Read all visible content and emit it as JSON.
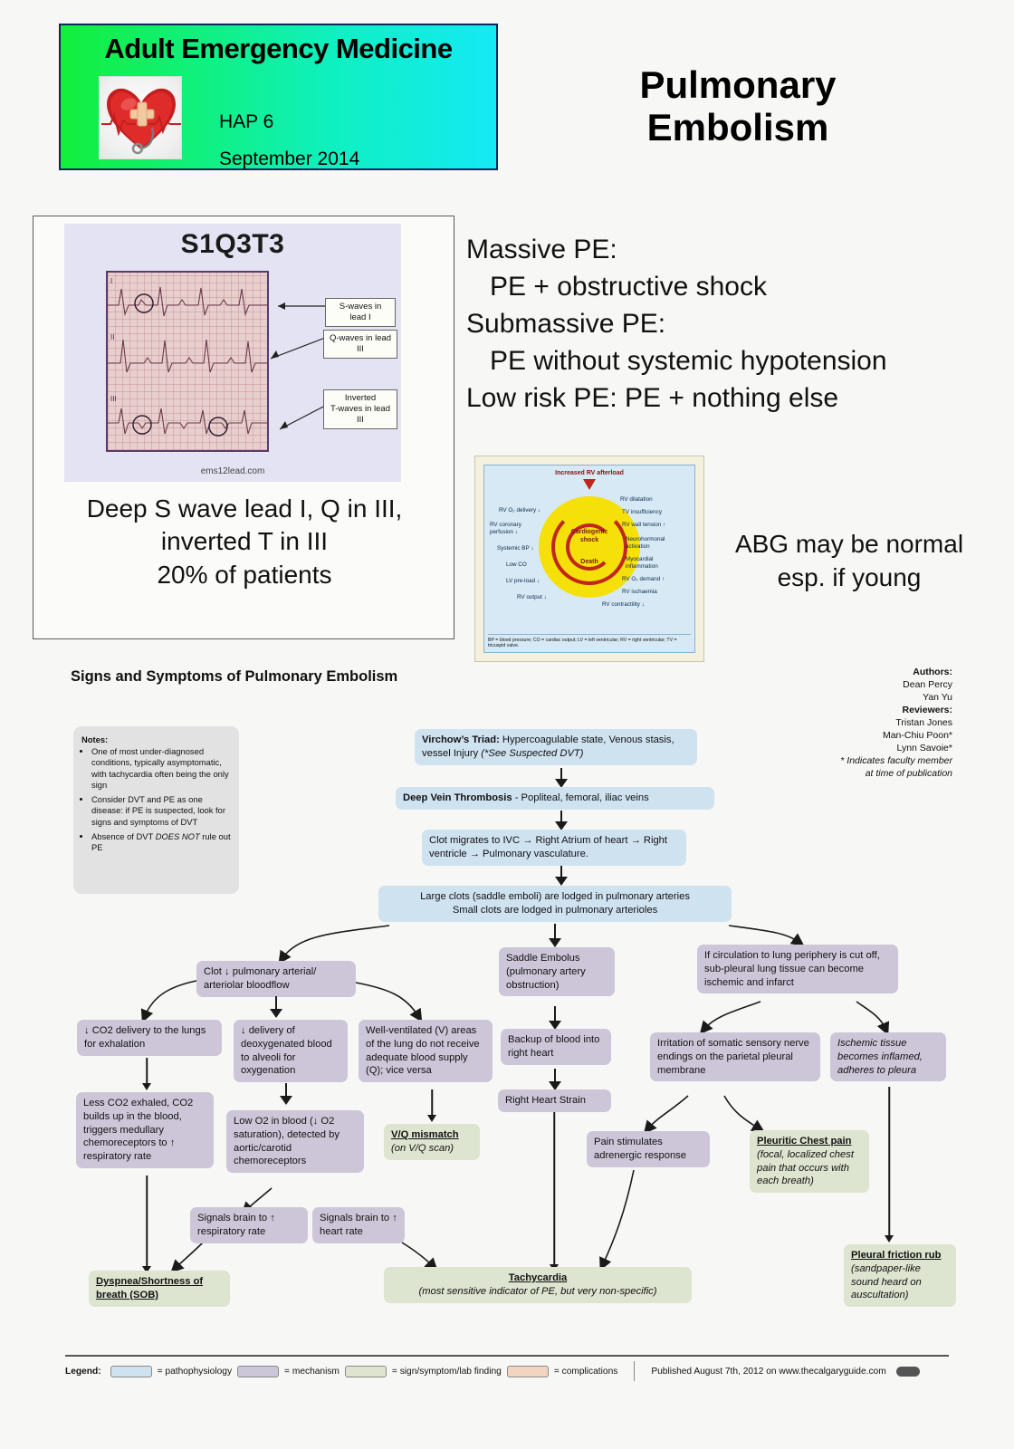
{
  "banner": {
    "title": "Adult Emergency Medicine",
    "course": "HAP 6",
    "date": "September 2014",
    "logo_icon": "heart-bandage-stethoscope-icon"
  },
  "main_title_line1": "Pulmonary",
  "main_title_line2": "Embolism",
  "ecg": {
    "heading": "S1Q3T3",
    "credit": "ems12lead.com",
    "labels": [
      "S-waves in lead I",
      "Q-waves in lead III",
      "Inverted\nT-waves in lead III"
    ],
    "label_1": "S-waves in lead I",
    "label_2": "Q-waves in lead III",
    "label_3a": "Inverted",
    "label_3b": "T-waves in lead III",
    "caption_l1": "Deep S wave lead I, Q in III,",
    "caption_l2": "inverted T in III",
    "caption_l3": "20% of patients"
  },
  "pe_types": {
    "l1": "Massive PE:",
    "l2": "PE + obstructive shock",
    "l3": "Submassive PE:",
    "l4": "PE without systemic hypotension",
    "l5": "Low risk PE: PE + nothing else"
  },
  "shock": {
    "top": "Increased RV afterload",
    "core1": "Cardiogenic",
    "core2": "shock",
    "death": "Death",
    "left": [
      "RV O₂ delivery ↓",
      "RV coronary perfusion ↓",
      "Systemic BP ↓",
      "Low CO",
      "LV pre-load ↓",
      "RV output ↓"
    ],
    "right": [
      "RV dilatation",
      "TV insufficiency",
      "RV wall tension ↑",
      "Neurohormonal activation",
      "Myocardial inflammation",
      "RV O₂ demand ↑",
      "RV ischaemia",
      "RV contractility ↓"
    ],
    "footnote": "BP = blood pressure; CO = cardiac output; LV = left ventricular; RV = right ventricular; TV = tricuspid valve."
  },
  "abg_l1": "ABG may be normal",
  "abg_l2": "esp. if young",
  "section_title": "Signs and Symptoms of Pulmonary Embolism",
  "authors": {
    "authors_label": "Authors:",
    "author_1": "Dean Percy",
    "author_2": "Yan Yu",
    "reviewers_label": "Reviewers:",
    "reviewer_1": "Tristan Jones",
    "reviewer_2": "Man-Chiu Poon*",
    "reviewer_3": "Lynn Savoie*",
    "footnote_l1": "* Indicates faculty member",
    "footnote_l2": "at time of publication"
  },
  "notes": {
    "heading": "Notes:",
    "items": [
      "One of most under-diagnosed conditions, typically asymptomatic, with tachycardia often being the only sign",
      "Consider DVT and PE as one disease: if PE is suspected, look for signs and symptoms of DVT",
      "Absence of DVT DOES NOT rule out PE"
    ],
    "item_3_pre": "Absence of DVT ",
    "item_3_em": "DOES NOT",
    "item_3_post": " rule out PE"
  },
  "flow": {
    "virchow_bold": "Virchow’s Triad:",
    "virchow_rest": " Hypercoagulable state, Venous stasis, vessel Injury ",
    "virchow_em": "(*See Suspected DVT)",
    "dvt_bold": "Deep Vein Thrombosis",
    "dvt_rest": " - Popliteal, femoral, iliac veins",
    "clot_migrates": "Clot migrates to IVC → Right Atrium of heart → Right ventricle → Pulmonary vasculature.",
    "large_clots_l1": "Large clots (saddle emboli) are lodged in pulmonary arteries",
    "large_clots_l2": "Small clots are lodged in pulmonary arterioles",
    "clot_bloodflow": "Clot ↓ pulmonary arterial/ arteriolar bloodflow",
    "co2_delivery": "↓ CO2 delivery to the lungs for exhalation",
    "deox_delivery": "↓ delivery of deoxygenated blood to alveoli for oxygenation",
    "well_ventilated": "Well-ventilated (V) areas of the lung do not receive adequate blood supply (Q); vice versa",
    "saddle_embolus": "Saddle Embolus (pulmonary artery obstruction)",
    "circulation_cutoff": "If circulation to lung periphery is cut off, sub-pleural lung tissue can become ischemic and infarct",
    "less_co2": "Less CO2 exhaled, CO2 builds up in the blood, triggers medullary chemoreceptors to ↑ respiratory rate",
    "low_o2": "Low O2 in blood (↓ O2 saturation), detected by aortic/carotid chemoreceptors",
    "backup_blood": "Backup of blood into right heart",
    "right_heart_strain": "Right Heart Strain",
    "irritation": "Irritation of somatic sensory nerve endings on the parietal pleural membrane",
    "ischemic_tissue": "Ischemic tissue becomes inflamed, adheres to pleura",
    "vq_mismatch_title": "V/Q mismatch",
    "vq_mismatch_sub": "(on V/Q scan)",
    "pain_adrenergic": "Pain stimulates adrenergic response",
    "signals_resp": "Signals brain to ↑ respiratory rate",
    "signals_heart": "Signals brain to ↑ heart rate",
    "pleuritic_title": "Pleuritic Chest pain",
    "pleuritic_sub": "(focal, localized chest pain that occurs with each breath)",
    "dyspnea_title": "Dyspnea/Shortness of breath (SOB)",
    "tachycardia_title": "Tachycardia",
    "tachycardia_sub": "(most sensitive indicator of PE, but very non-specific)",
    "friction_title": "Pleural friction rub",
    "friction_sub": "(sandpaper-like sound heard on auscultation)"
  },
  "legend": {
    "label": "Legend:",
    "pathophysiology": "= pathophysiology",
    "mechanism": "= mechanism",
    "sign": "= sign/symptom/lab finding",
    "complications": "= complications",
    "published": "Published August 7th, 2012 on www.thecalgaryguide.com",
    "cc_icon": "creative-commons-icon"
  },
  "colors": {
    "pathophysiology": "#cfe2f0",
    "mechanism": "#cdc6d9",
    "sign": "#dde4cf",
    "complications": "#f2d4c0",
    "banner_start": "#12ef3a",
    "banner_end": "#14e9f5"
  }
}
